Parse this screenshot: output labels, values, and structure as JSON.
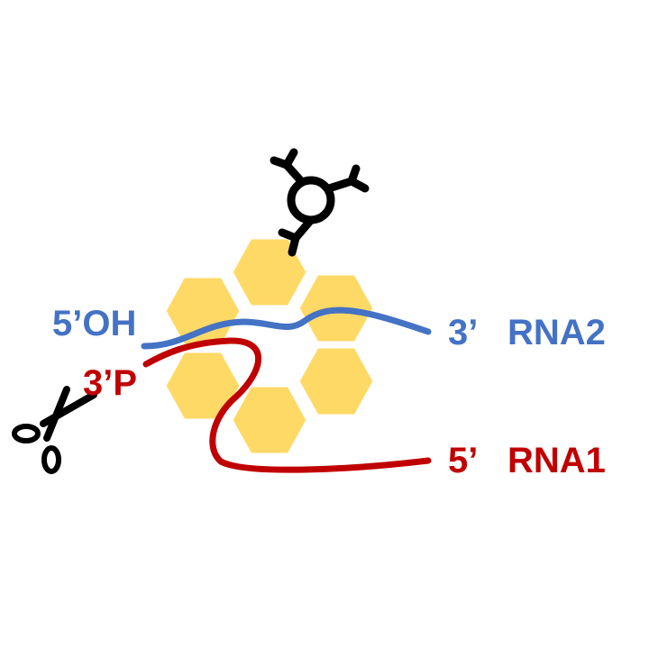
{
  "colors": {
    "rna1": "#C00000",
    "rna2": "#4472C4",
    "ring": "#FFD966",
    "icon": "#000000",
    "background": "#FFFFFF"
  },
  "rna2": {
    "five_prime_label": "5’OH",
    "three_prime_label": "3’",
    "name": "RNA2"
  },
  "rna1": {
    "three_prime_label": "3’P",
    "five_prime_label": "5’",
    "name": "RNA1"
  },
  "icons": [
    "scissors-icon",
    "antibody-trimer-icon"
  ]
}
